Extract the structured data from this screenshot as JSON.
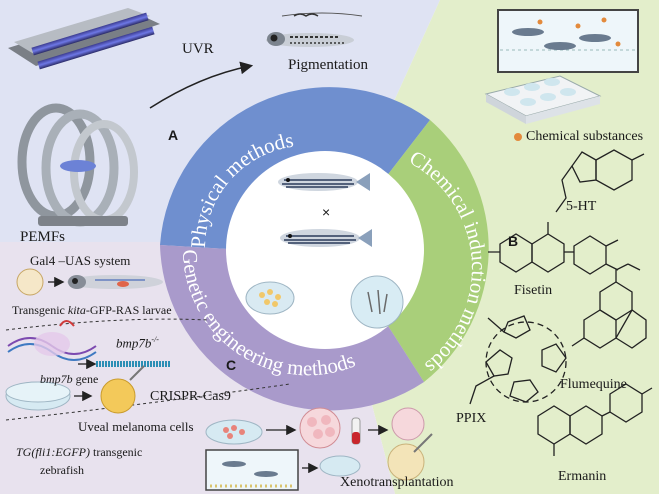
{
  "panels": {
    "a": "A",
    "b": "B",
    "c": "C"
  },
  "ring": {
    "physical": "Physical methods",
    "chemical": "Chemical induction methods",
    "genetic": "Genetic engineering methods"
  },
  "center": {
    "cross": "×"
  },
  "physical": {
    "uvr": "UVR",
    "pigmentation": "Pigmentation",
    "pemfs": "PEMFs"
  },
  "chemical": {
    "substances": "Chemical substances",
    "serotonin": "5-HT",
    "fisetin": "Fisetin",
    "flumequine": "Flumequine",
    "ppix": "PPIX",
    "ermanin": "Ermanin"
  },
  "genetic": {
    "gal4": "Gal4 –UAS system",
    "transgenic_pre": "Transgenic ",
    "transgenic_gene": "kita",
    "transgenic_post": "-GFP-RAS larvae",
    "bmp7b_mut": "bmp7b",
    "bmp7b_sup": "-/-",
    "bmp7b_gene": "bmp7b",
    "bmp7b_gene_suffix": " gene",
    "crispr": "CRISPR-Cas9",
    "uveal": "Uveal melanoma cells",
    "tg_line": "TG(fli1:EGFP)",
    "tg_suffix": " transgenic",
    "zebrafish": "zebrafish",
    "xeno": "Xenotransplantation"
  },
  "colors": {
    "physical_bg": "#dfe3f3",
    "chemical_bg": "#e3eecb",
    "genetic_bg": "#e8e2ee",
    "ring_physical": "#6f8fcf",
    "ring_chemical": "#a9cf7a",
    "ring_genetic": "#a99acb",
    "substance_dot": "#e38a3c"
  }
}
